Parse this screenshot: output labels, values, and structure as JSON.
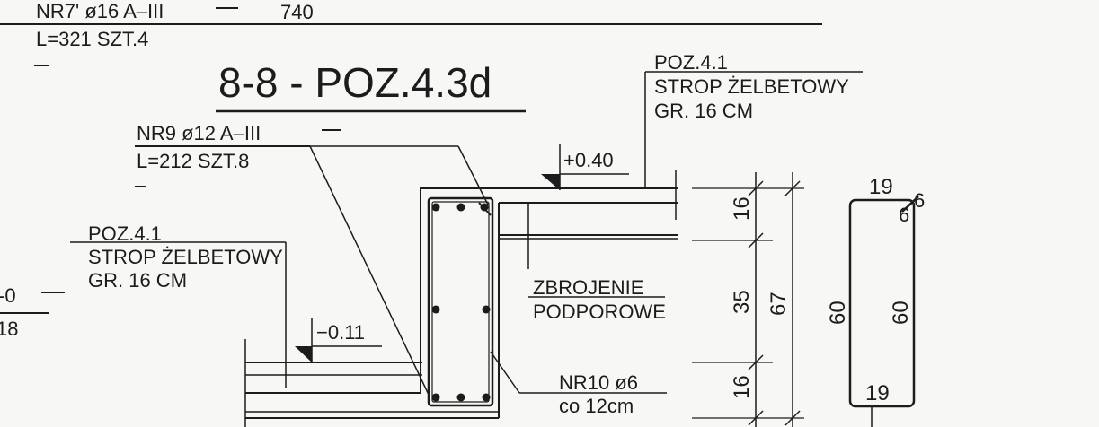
{
  "title": "8-8 - POZ.4.3d",
  "top_left": {
    "line1": "NR7' ø16 A–III",
    "line1_value": "740",
    "line2": "L=321  SZT.4"
  },
  "left_partial": {
    "top": "-0",
    "bottom": "18"
  },
  "nr9": {
    "line1": "NR9  ø12 A–III",
    "line2": "L=212  SZT.8"
  },
  "slab_left": {
    "line1": "POZ.4.1",
    "line2": "STROP ŻELBETOWY",
    "line3": "GR. 16 CM"
  },
  "slab_right": {
    "line1": "POZ.4.1",
    "line2": "STROP ŻELBETOWY",
    "line3": "GR. 16 CM"
  },
  "level_top": "+0.40",
  "level_bottom": "−0.11",
  "support_rebar": {
    "line1": "ZBROJENIE",
    "line2": "PODPOROWE"
  },
  "stirrup": {
    "line1": "NR10  ø6",
    "line2": "co  12cm"
  },
  "dimensions": {
    "top": "16",
    "middle": "35",
    "bottom": "16",
    "total": "67"
  },
  "stirrup_shape": {
    "top": "19",
    "hook_a": "6",
    "hook_b": "6",
    "left": "60",
    "right": "60",
    "bottom": "19"
  }
}
